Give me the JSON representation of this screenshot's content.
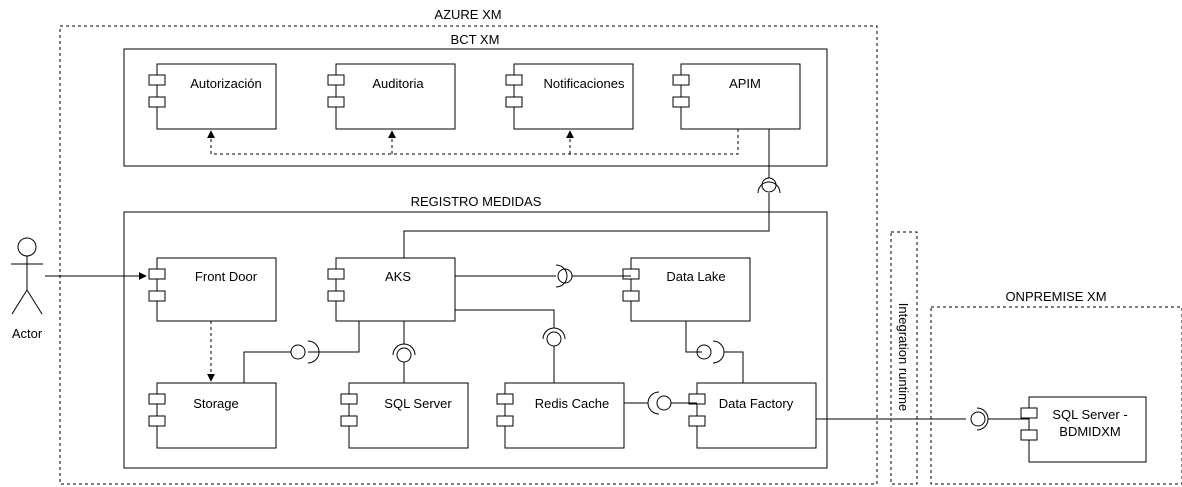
{
  "containers": {
    "azure": "AZURE XM",
    "bct": "BCT XM",
    "registro": "REGISTRO MEDIDAS",
    "onpremise": "ONPREMISE XM",
    "integration": "Integration runtime"
  },
  "components": {
    "autorizacion": "Autorización",
    "auditoria": "Auditoria",
    "notificaciones": "Notificaciones",
    "apim": "APIM",
    "front_door": "Front Door",
    "aks": "AKS",
    "data_lake": "Data Lake",
    "storage": "Storage",
    "sql_server": "SQL Server",
    "redis_cache": "Redis Cache",
    "data_factory": "Data Factory",
    "sql_server_bdm_line1": "SQL Server -",
    "sql_server_bdm_line2": "BDMIDXM"
  },
  "actor": {
    "label": "Actor"
  }
}
